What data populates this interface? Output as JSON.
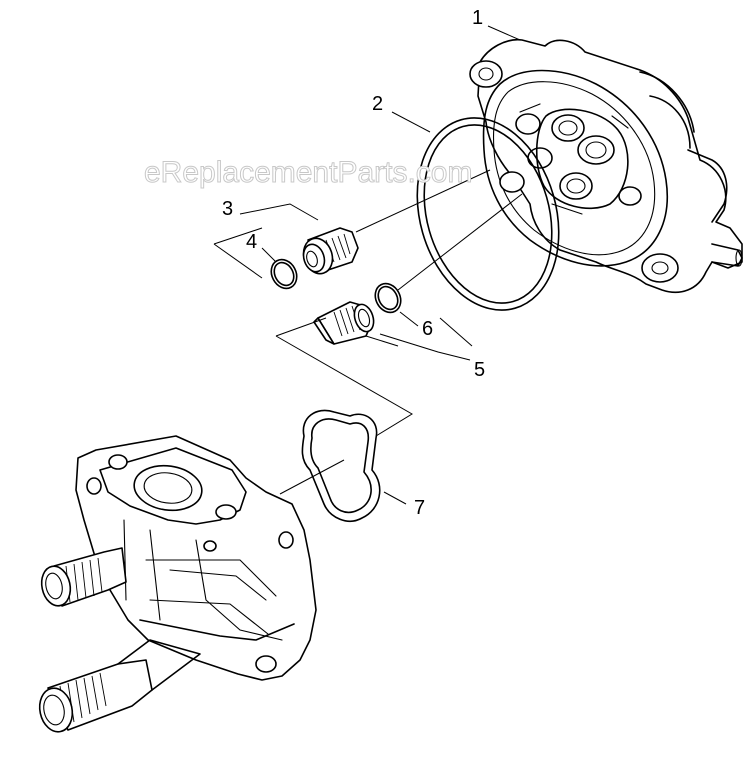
{
  "watermark": "eReplacementParts.com",
  "callouts": [
    {
      "id": "1",
      "label": "1"
    },
    {
      "id": "2",
      "label": "2"
    },
    {
      "id": "3",
      "label": "3"
    },
    {
      "id": "4",
      "label": "4"
    },
    {
      "id": "5",
      "label": "5"
    },
    {
      "id": "6",
      "label": "6"
    },
    {
      "id": "7",
      "label": "7"
    }
  ]
}
